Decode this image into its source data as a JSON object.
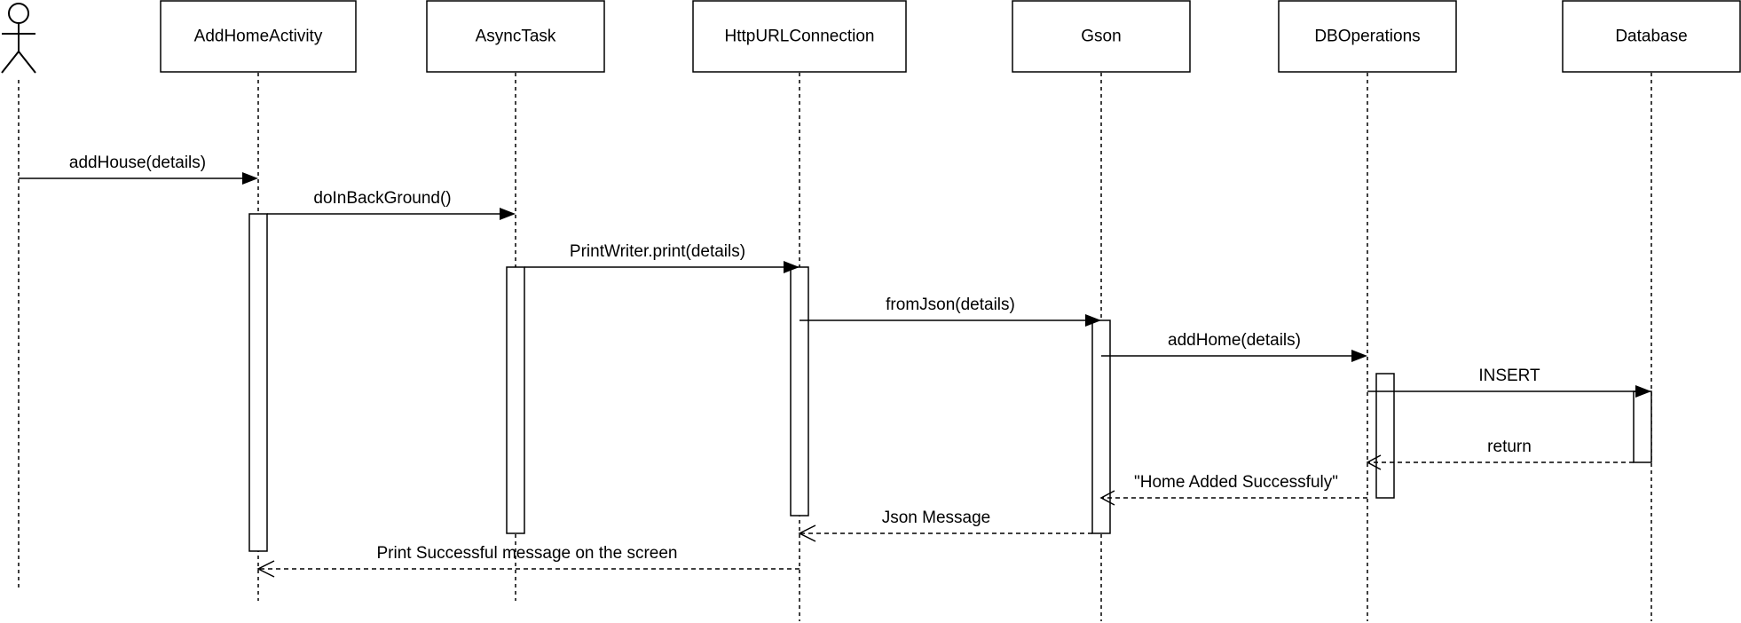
{
  "participants": [
    {
      "id": "actor",
      "label": ""
    },
    {
      "id": "addhome",
      "label": "AddHomeActivity"
    },
    {
      "id": "asynctask",
      "label": "AsyncTask"
    },
    {
      "id": "http",
      "label": "HttpURLConnection"
    },
    {
      "id": "gson",
      "label": "Gson"
    },
    {
      "id": "dbops",
      "label": "DBOperations"
    },
    {
      "id": "database",
      "label": "Database"
    }
  ],
  "messages": [
    {
      "from": "actor",
      "to": "addhome",
      "label": "addHouse(details)",
      "kind": "sync"
    },
    {
      "from": "addhome",
      "to": "asynctask",
      "label": "doInBackGround()",
      "kind": "sync"
    },
    {
      "from": "asynctask",
      "to": "http",
      "label": "PrintWriter.print(details)",
      "kind": "sync"
    },
    {
      "from": "http",
      "to": "gson",
      "label": "fromJson(details)",
      "kind": "sync"
    },
    {
      "from": "gson",
      "to": "dbops",
      "label": "addHome(details)",
      "kind": "sync"
    },
    {
      "from": "dbops",
      "to": "database",
      "label": "INSERT",
      "kind": "sync"
    },
    {
      "from": "database",
      "to": "dbops",
      "label": "return",
      "kind": "return"
    },
    {
      "from": "dbops",
      "to": "gson",
      "label": "\"Home Added Successfuly\"",
      "kind": "return"
    },
    {
      "from": "gson",
      "to": "http",
      "label": "Json Message",
      "kind": "return"
    },
    {
      "from": "http",
      "to": "addhome",
      "label": "Print Successful message on the screen",
      "kind": "return"
    }
  ]
}
